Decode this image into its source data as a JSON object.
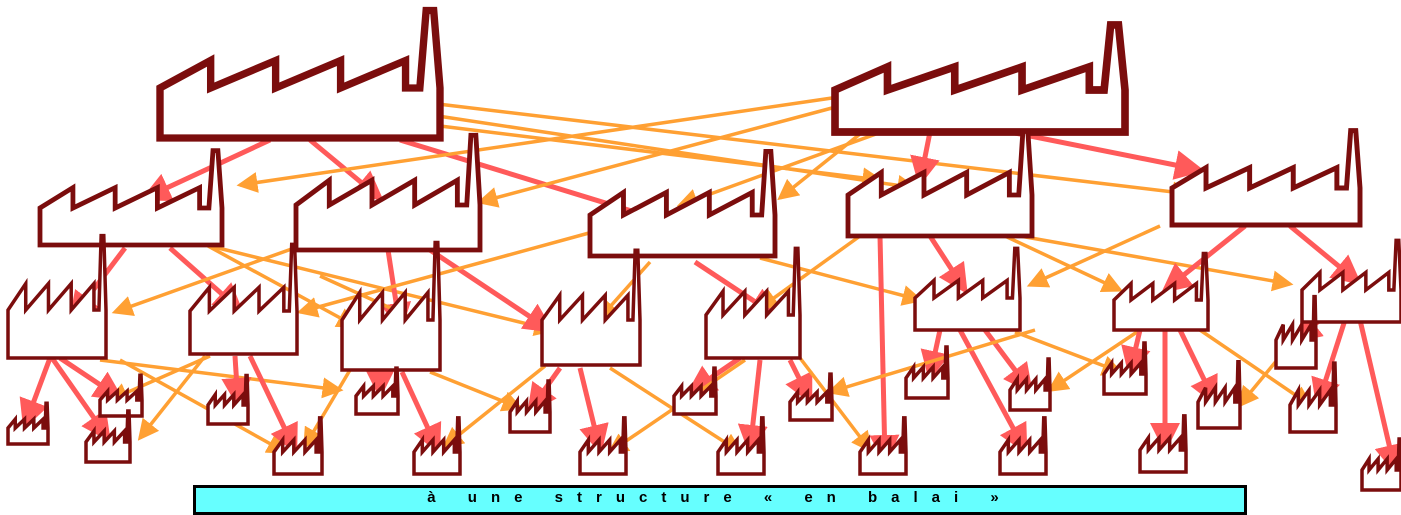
{
  "caption": {
    "text": "à une structure « en balai »",
    "background": "#66ffff"
  },
  "colors": {
    "factory_outline": "#7b0d0d",
    "arrow_primary": "#ff5a5a",
    "arrow_secondary": "#ffa033"
  },
  "diagram": {
    "tiers": 4,
    "factory_icon": "factory-icon",
    "arrow_types": [
      "primary",
      "secondary"
    ]
  }
}
